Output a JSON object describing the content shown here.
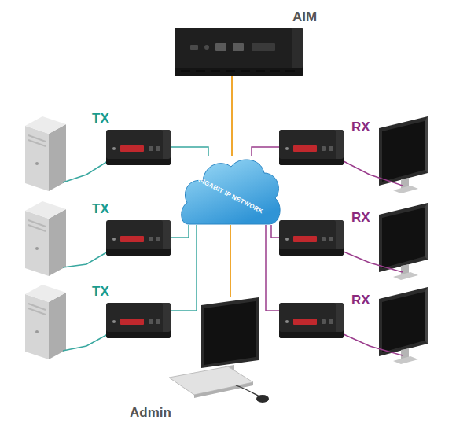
{
  "diagram": {
    "nodes": [
      {
        "text": [
          "AIM"
        ]
      },
      {
        "text": [
          "TX"
        ]
      },
      {
        "text": [
          "RX"
        ]
      },
      {
        "text": [
          "GIGABIT IP NETWORK"
        ]
      },
      {
        "text": [
          "TX"
        ]
      },
      {
        "text": [
          "RX"
        ]
      },
      {
        "text": [
          "TX"
        ]
      },
      {
        "text": [
          "RX"
        ]
      },
      {
        "text": [
          "Admin"
        ]
      }
    ],
    "edges": [
      {
        "from": 0,
        "to": 3,
        "arrow": "none"
      },
      {
        "from": 1,
        "to": 3,
        "arrow": "none"
      },
      {
        "from": 2,
        "to": 3,
        "arrow": "none"
      },
      {
        "from": 4,
        "to": 3,
        "arrow": "none"
      },
      {
        "from": 5,
        "to": 3,
        "arrow": "none"
      },
      {
        "from": 6,
        "to": 3,
        "arrow": "none"
      },
      {
        "from": 7,
        "to": 3,
        "arrow": "none"
      },
      {
        "from": 8,
        "to": 3,
        "arrow": "none"
      }
    ]
  }
}
